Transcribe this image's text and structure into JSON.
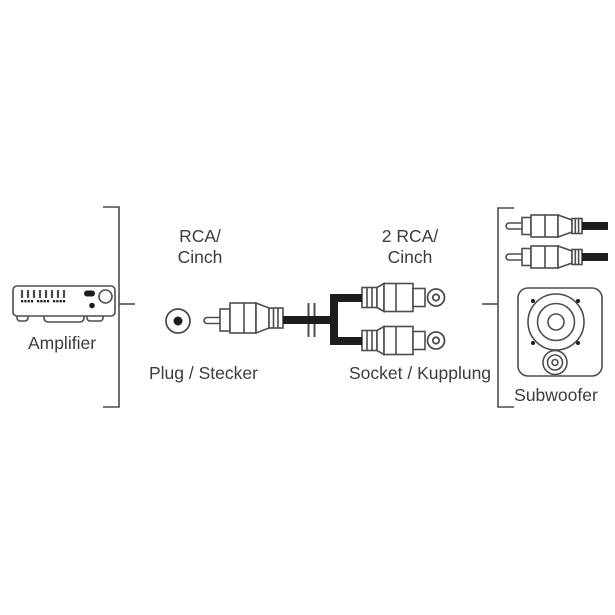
{
  "colors": {
    "line": "#4d4d4d",
    "cable": "#1d1d1b",
    "text": "#3c3c3b",
    "background": "#ffffff"
  },
  "diagram": {
    "amplifier": {
      "label": "Amplifier"
    },
    "plug_end": {
      "connector_type": "RCA/\nCinch",
      "role": "Plug / Stecker"
    },
    "socket_end": {
      "connector_type": "2 RCA/\nCinch",
      "role": "Socket / Kupplung"
    },
    "subwoofer": {
      "label": "Subwoofer"
    },
    "icons": {
      "amplifier": "amplifier-device-icon",
      "jack_symbol": "rca-jack-symbol-icon",
      "plug": "rca-plug-icon",
      "y_cable": "y-adapter-cable-icon",
      "socket": "rca-socket-icon",
      "tip_symbol": "rca-tip-symbol-icon",
      "subwoofer": "subwoofer-speaker-icon"
    }
  }
}
